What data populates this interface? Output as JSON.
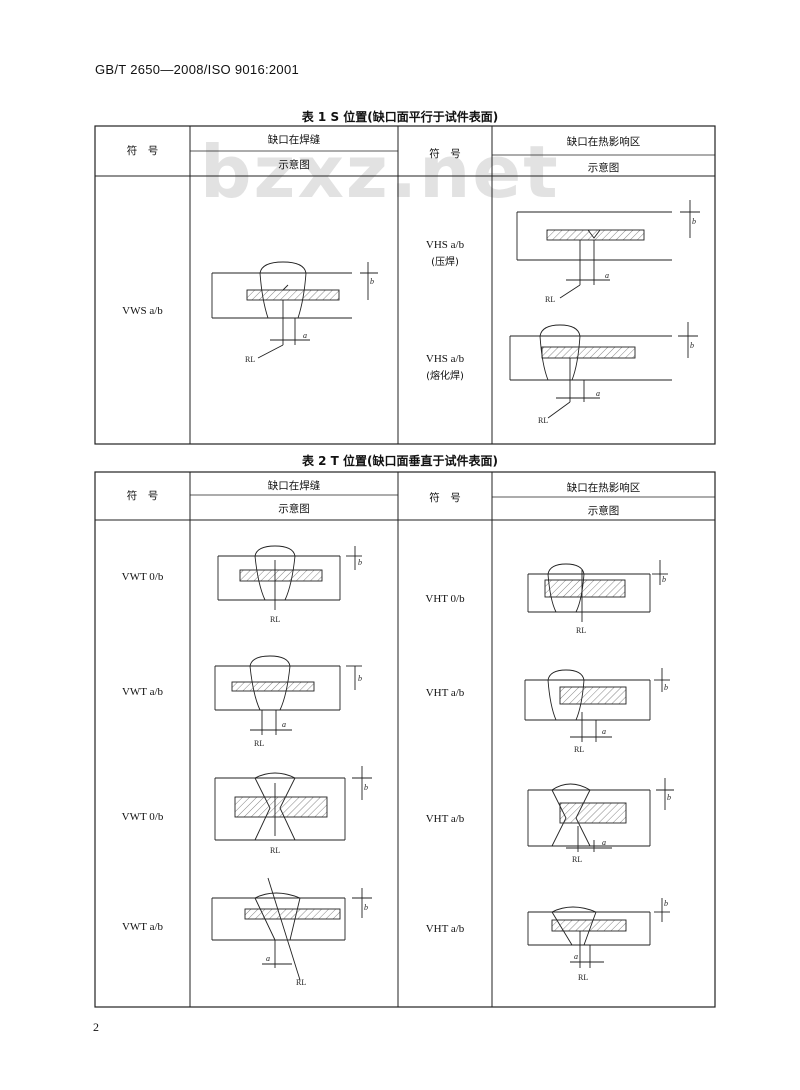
{
  "header": {
    "standard": "GB/T 2650—2008/ISO 9016:2001"
  },
  "watermark": "bzxz.net",
  "table1": {
    "caption": "表 1  S 位置(缺口面平行于试件表面)",
    "col_symbol": "符　号",
    "weld_group": "缺口在焊缝",
    "haz_group": "缺口在热影响区",
    "diagram": "示意图",
    "weld_rows": [
      {
        "symbol": "VWS a/b"
      }
    ],
    "haz_rows": [
      {
        "symbol": "VHS a/b",
        "note": "(压焊)"
      },
      {
        "symbol": "VHS a/b",
        "note": "(熔化焊)"
      }
    ]
  },
  "table2": {
    "caption": "表 2  T 位置(缺口面垂直于试件表面)",
    "col_symbol": "符　号",
    "weld_group": "缺口在焊缝",
    "haz_group": "缺口在热影响区",
    "diagram": "示意图",
    "weld_rows": [
      {
        "symbol": "VWT 0/b"
      },
      {
        "symbol": "VWT a/b"
      },
      {
        "symbol": "VWT 0/b"
      },
      {
        "symbol": "VWT a/b"
      }
    ],
    "haz_rows": [
      {
        "symbol": "VHT 0/b"
      },
      {
        "symbol": "VHT a/b"
      },
      {
        "symbol": "VHT a/b"
      },
      {
        "symbol": "VHT a/b"
      }
    ]
  },
  "diagram_labels": {
    "rl": "RL",
    "a": "a",
    "b": "b"
  },
  "page_number": "2"
}
